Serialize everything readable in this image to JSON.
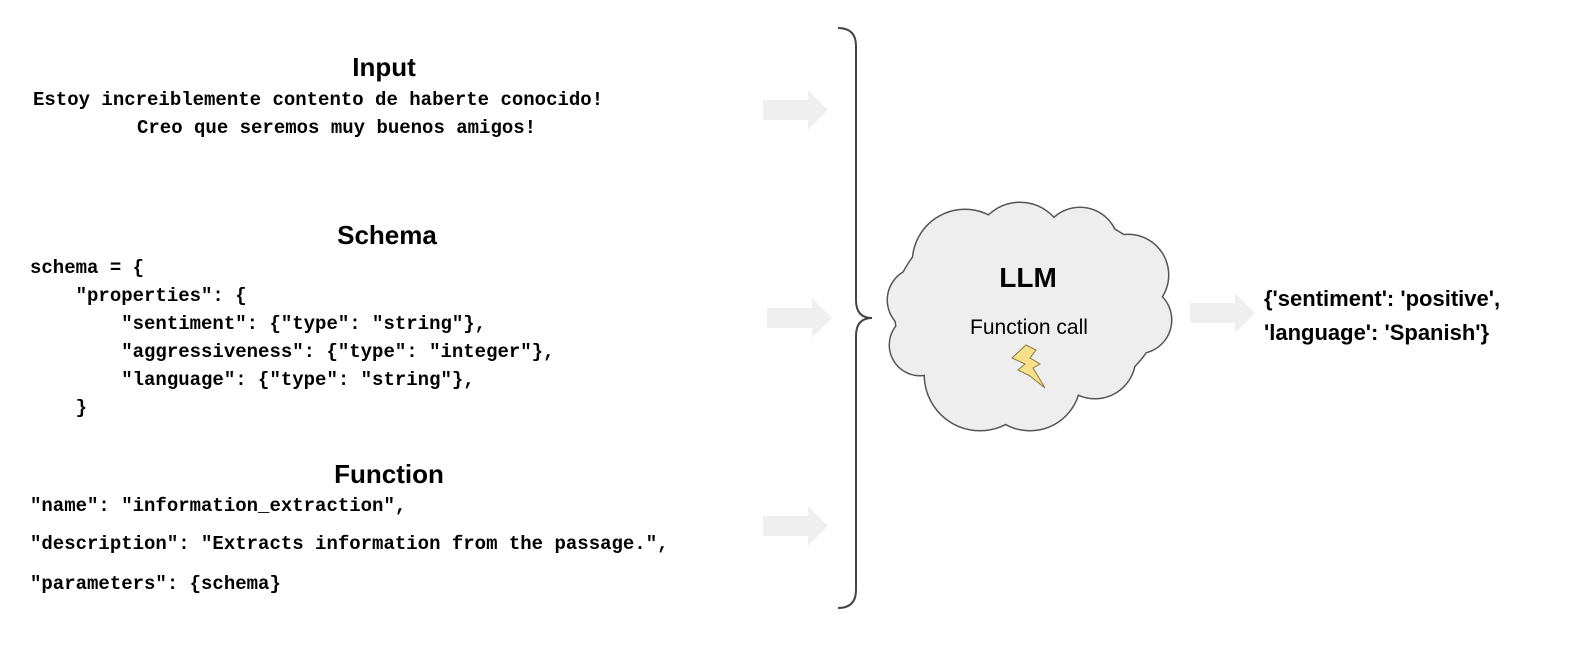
{
  "input": {
    "heading": "Input",
    "lines": [
      "Estoy increiblemente contento de haberte conocido!",
      "Creo que seremos muy buenos amigos!"
    ]
  },
  "schema": {
    "heading": "Schema",
    "lines": [
      "schema = {",
      "    \"properties\": {",
      "        \"sentiment\": {\"type\": \"string\"},",
      "        \"aggressiveness\": {\"type\": \"integer\"},",
      "        \"language\": {\"type\": \"string\"},",
      "    }"
    ]
  },
  "function": {
    "heading": "Function",
    "lines": [
      "\"name\": \"information_extraction\",",
      "\"description\": \"Extracts information from the passage.\",",
      "\"parameters\": {schema}"
    ]
  },
  "llm": {
    "title": "LLM",
    "subtitle": "Function call",
    "cloud_fill": "#eeeeee",
    "cloud_stroke": "#555555",
    "bolt_fill": "#f7e08a",
    "bolt_stroke": "#8a7a3a"
  },
  "output": {
    "lines": [
      "{'sentiment': 'positive',",
      "'language': 'Spanish'}"
    ]
  },
  "colors": {
    "arrow": "#efefef",
    "brace": "#444444"
  }
}
